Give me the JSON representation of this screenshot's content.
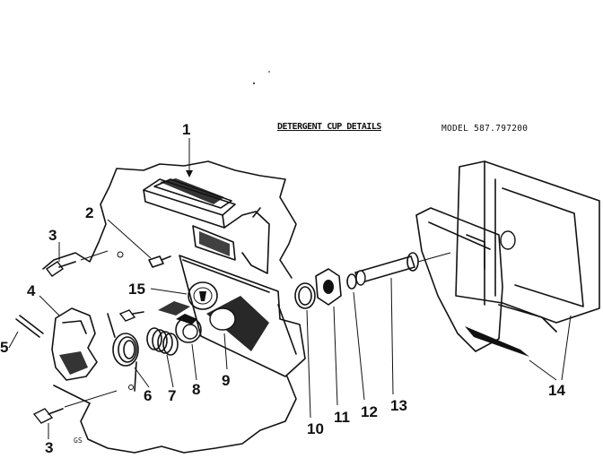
{
  "diagram": {
    "title": "DETERGENT CUP DETAILS",
    "model": "MODEL 587.797200",
    "drawing_code": "GS",
    "callouts": [
      "1",
      "2",
      "3",
      "4",
      "5",
      "15",
      "6",
      "7",
      "8",
      "9",
      "10",
      "11",
      "12",
      "13",
      "14",
      "3"
    ]
  }
}
